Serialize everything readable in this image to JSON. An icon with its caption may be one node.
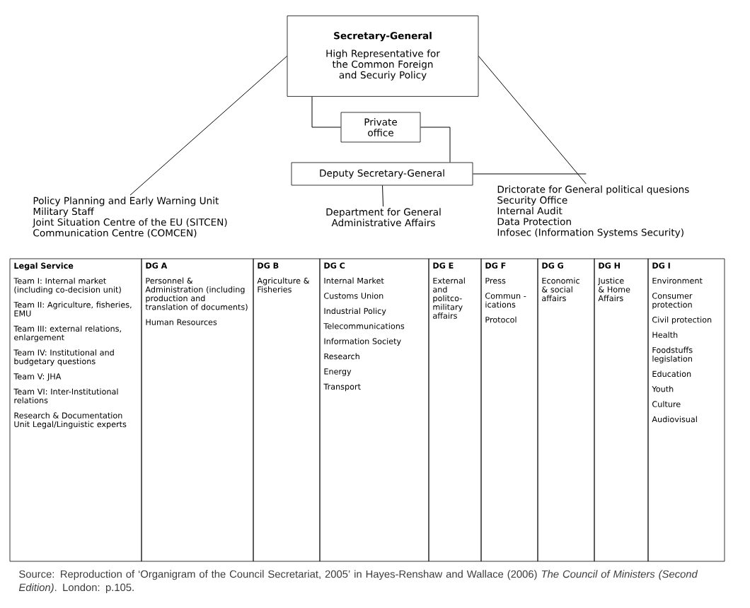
{
  "diagram": {
    "caption": "Source: Reproduction of ‘Organigram of the Council Secretariat, 2005’ in Hayes-Renshaw and Wallace (2006) *The Council of Ministers (Second Edition)*. London: p.105.",
    "nodes": [
      {
        "text": [
          "Secretary-General",
          "High Representative for the Common Foreign and Securiy Policy"
        ]
      },
      {
        "text": [
          "Private office"
        ]
      },
      {
        "text": [
          "Deputy Secretary-General"
        ]
      },
      {
        "text": [
          "Policy Planning and Early Warning Unit",
          "Military Staff",
          "Joint Situation Centre of the EU (SITCEN)",
          "Communication Centre (COMCEN)"
        ]
      },
      {
        "text": [
          "Department for General Administrative Affairs"
        ]
      },
      {
        "text": [
          "Drictorate for General political quesions",
          "Security Office",
          "Internal Audit",
          "Data Protection",
          "Infosec (Information Systems Security)"
        ]
      },
      {
        "text": [
          "Legal Service",
          "Team I: Internal market (including co-decision unit)",
          "Team II: Agriculture, fisheries, EMU",
          "Team III: external relations, enlargement",
          "Team IV: Institutional and budgetary questions",
          "Team V: JHA",
          "Team VI: Inter-Institutional relations",
          "Research & Documentation Unit Legal/Linguistic experts"
        ]
      },
      {
        "text": [
          "DG A",
          "Personnel & Administration (including production and translation of documents)",
          "Human Resources"
        ]
      },
      {
        "text": [
          "DG B",
          "Agriculture & Fisheries"
        ]
      },
      {
        "text": [
          "DG C",
          "Internal Market",
          "Customs Union",
          "Industrial Policy",
          "Telecommunications",
          "Information Society",
          "Research",
          "Energy",
          "Transport"
        ]
      },
      {
        "text": [
          "DG E",
          "External and politco-military affairs"
        ]
      },
      {
        "text": [
          "DG F",
          "Press",
          "Commun - ications",
          "Protocol"
        ]
      },
      {
        "text": [
          "DG G",
          "Economic & social affairs"
        ]
      },
      {
        "text": [
          "DG H",
          "Justice & Home Affairs"
        ]
      },
      {
        "text": [
          "DG I",
          "Environment",
          "Consumer protection",
          "Civil protection",
          "Health",
          "Foodstuffs legislation",
          "Education",
          "Youth",
          "Culture",
          "Audiovisual"
        ]
      }
    ],
    "edges": [
      {
        "from": 0,
        "to": 3,
        "arrow": "none"
      },
      {
        "from": 0,
        "to": 1,
        "arrow": "none"
      },
      {
        "from": 1,
        "to": 2,
        "arrow": "none"
      },
      {
        "from": 2,
        "to": 4,
        "arrow": "none"
      },
      {
        "from": 0,
        "to": 5,
        "arrow": "none"
      },
      {
        "from": 2,
        "to": 5,
        "arrow": "none"
      }
    ]
  }
}
